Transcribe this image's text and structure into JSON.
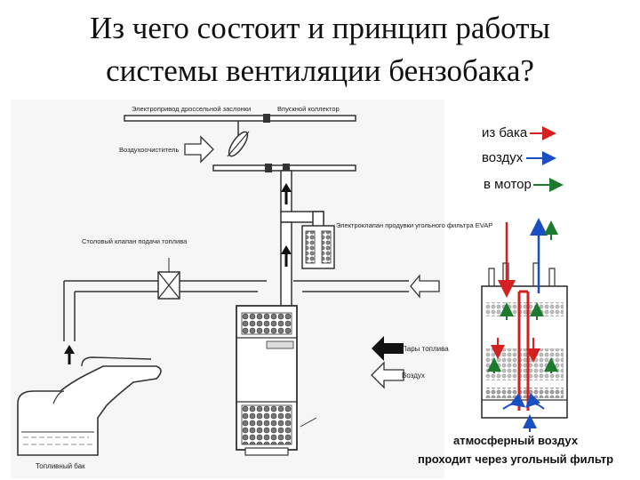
{
  "title": {
    "line1": "Из чего состоит и принцип работы",
    "line2": "системы вентиляции бензобака?"
  },
  "diagram": {
    "labels": {
      "throttle_actuator": "Электропривод дроссельной заслонки",
      "intake_manifold": "Впускной коллектор",
      "air_cleaner": "Воздухоочиститель",
      "purge_valve": "Электроклапан продувки угольного фильтра EVAP",
      "check_valve": "Столовый клапан подачи топлива",
      "fuel_vapor": "Пары топлива",
      "air": "Воздух",
      "fuel_tank": "Топливный бак"
    }
  },
  "legend": {
    "from_tank": {
      "label": "из бака",
      "color": "#d42020"
    },
    "air": {
      "label": "воздух",
      "color": "#1a4fc4"
    },
    "to_engine": {
      "label": "в мотор",
      "color": "#1e7a2e"
    }
  },
  "caption": {
    "line1": "атмосферный воздух",
    "line2": "проходит через угольный фильтр"
  }
}
